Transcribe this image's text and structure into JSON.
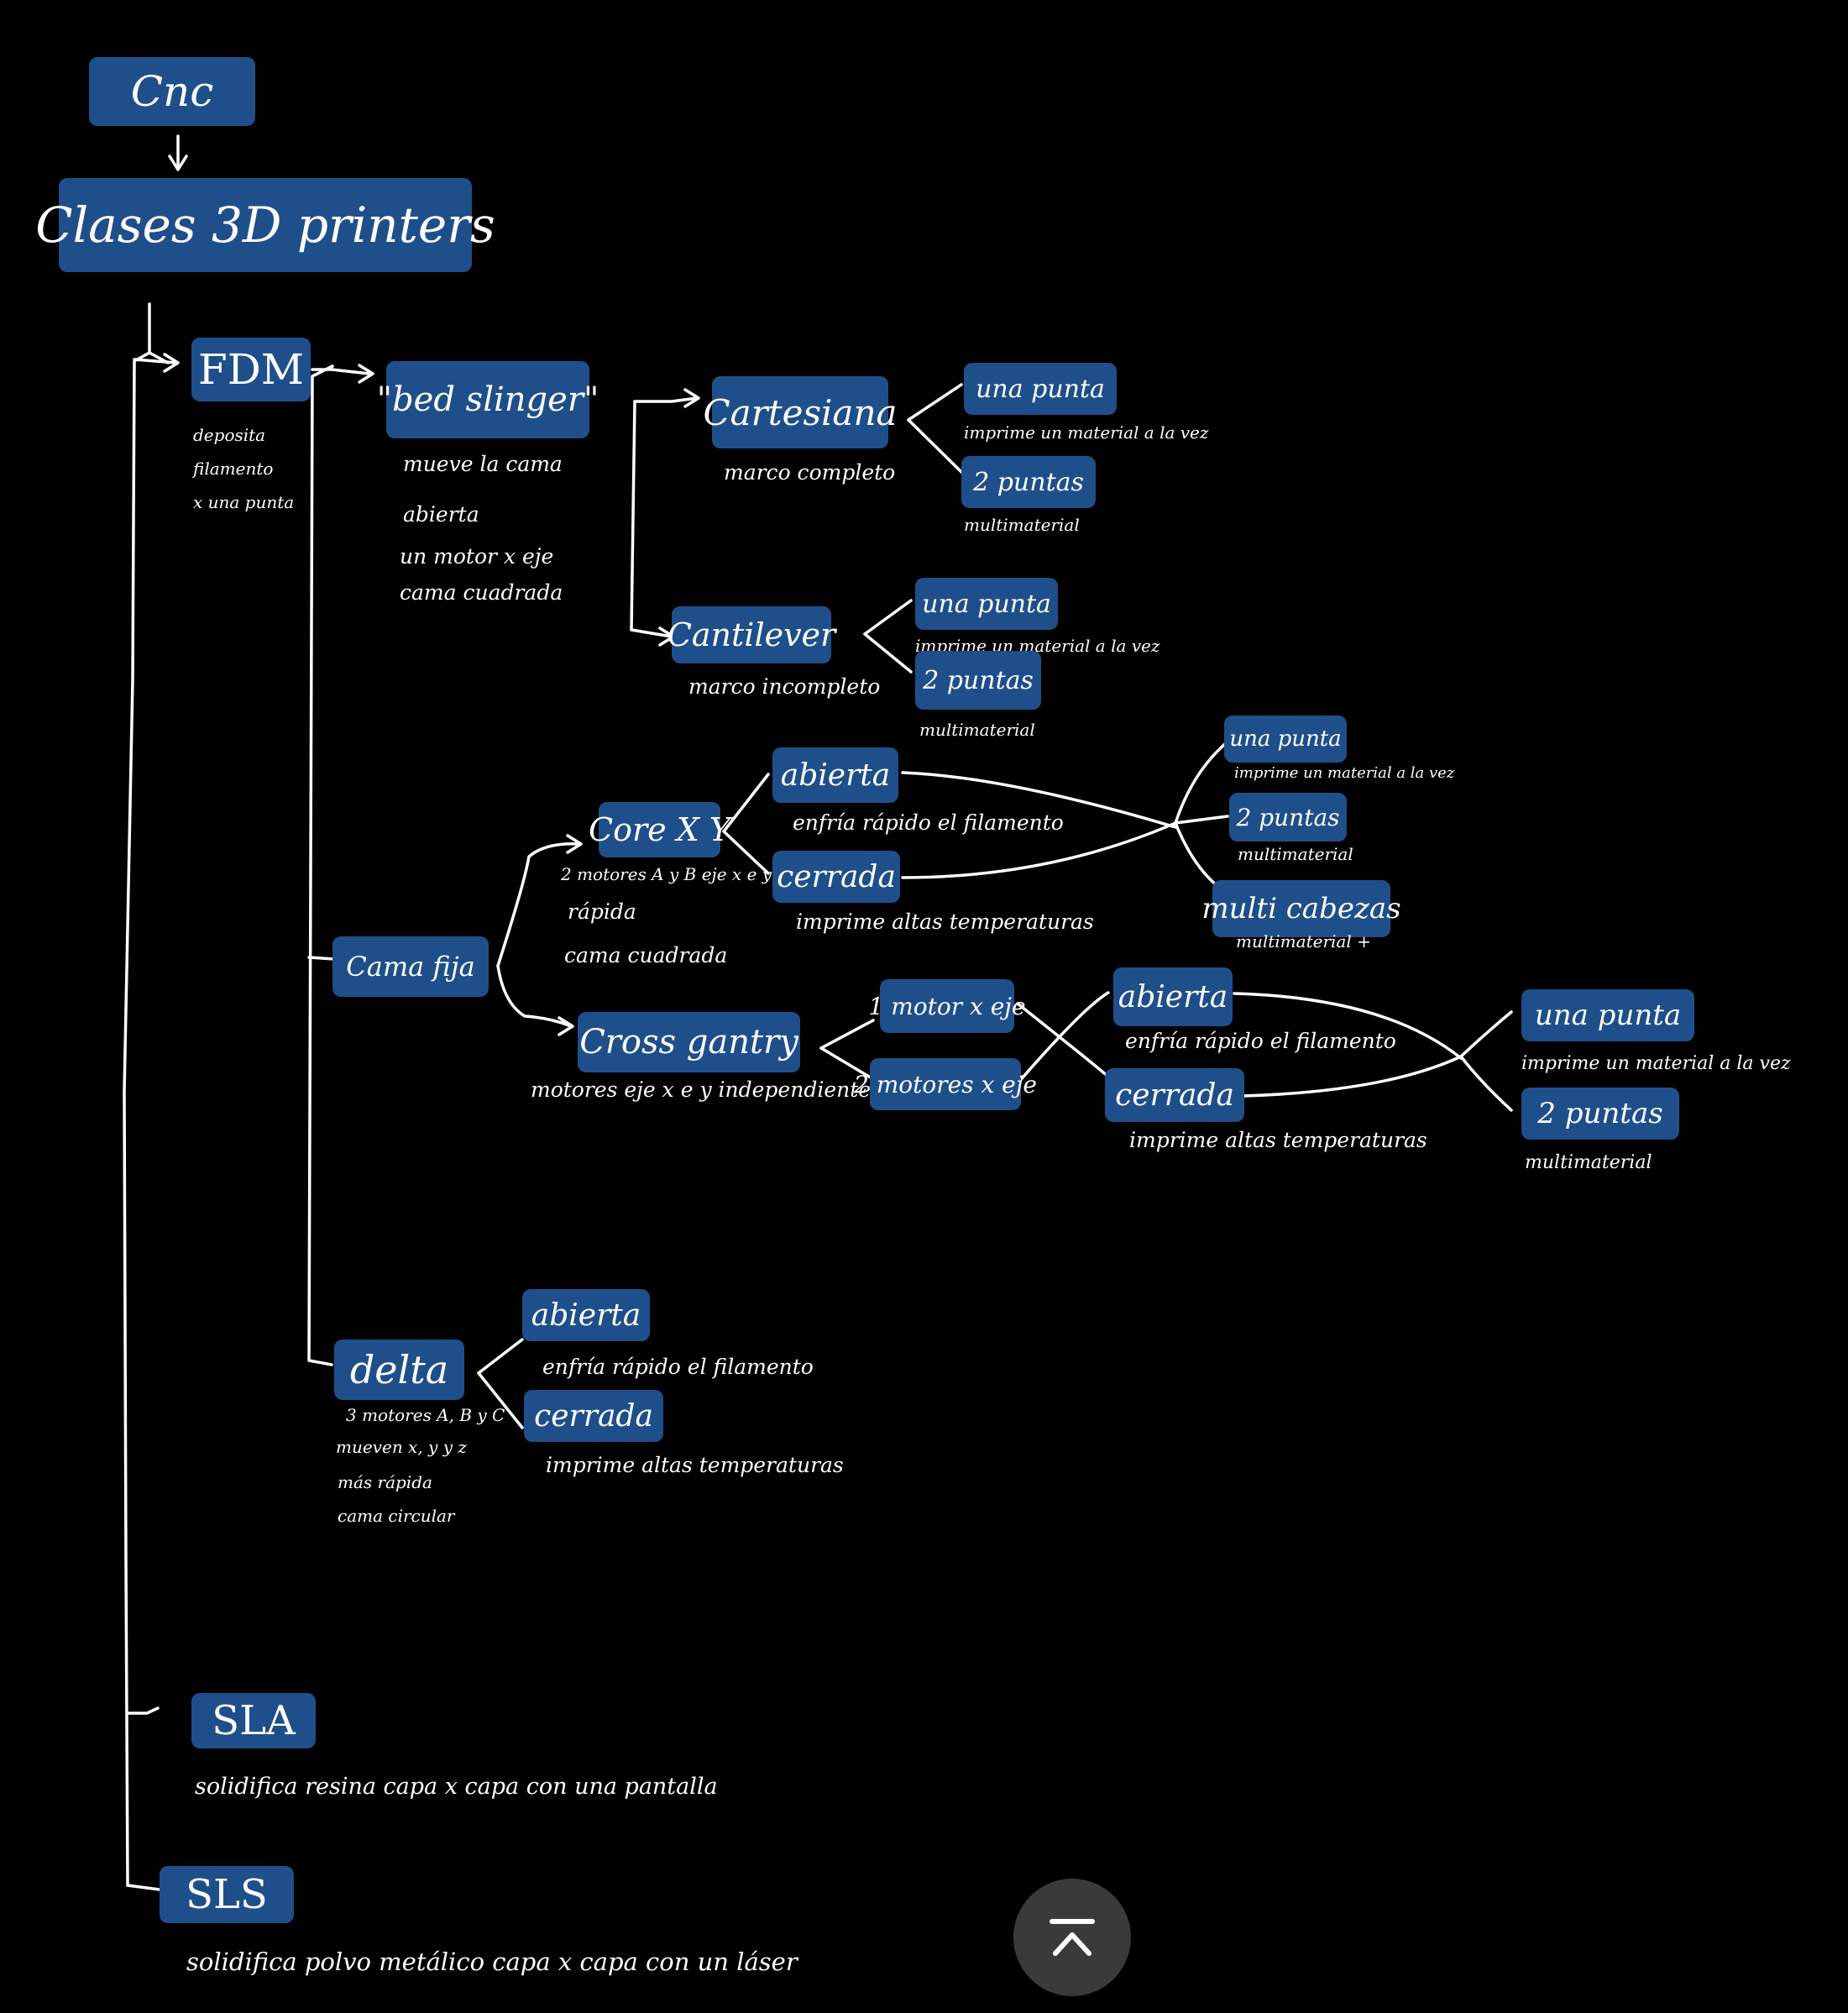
{
  "root": {
    "label": "Cnc",
    "child": "Clases 3D printers"
  },
  "fdm": {
    "label": "FDM",
    "notes": [
      "deposita",
      "filamento",
      "x una punta"
    ],
    "bedslinger": {
      "label": "\"bed slinger\"",
      "notes": [
        "mueve la cama",
        "abierta",
        "un motor x eje",
        "cama cuadrada"
      ],
      "cartesiana": {
        "label": "Cartesiana",
        "note": "marco completo",
        "una": {
          "label": "una punta",
          "note": "imprime un material a la vez"
        },
        "dos": {
          "label": "2 puntas",
          "note": "multimaterial"
        }
      },
      "cantilever": {
        "label": "Cantilever",
        "note": "marco incompleto",
        "una": {
          "label": "una punta",
          "note": "imprime un material a la vez"
        },
        "dos": {
          "label": "2 puntas",
          "note": "multimaterial"
        }
      }
    },
    "camafija": {
      "label": "Cama fija",
      "corexy": {
        "label": "Core X Y",
        "notes": [
          "2 motores A y B eje x e y",
          "rápida",
          "cama cuadrada"
        ],
        "abierta": {
          "label": "abierta",
          "note": "enfría rápido el filamento"
        },
        "cerrada": {
          "label": "cerrada",
          "note": "imprime altas temperaturas"
        },
        "una": {
          "label": "una punta",
          "note": "imprime un material a la vez"
        },
        "dos": {
          "label": "2 puntas",
          "note": "multimaterial"
        },
        "multi": {
          "label": "multi cabezas",
          "note": "multimaterial +"
        }
      },
      "gantry": {
        "label": "Cross gantry",
        "note": "motores eje x e y independientes",
        "m1": {
          "label": "1 motor x eje"
        },
        "m2": {
          "label": "2 motores x eje"
        },
        "abierta": {
          "label": "abierta",
          "note": "enfría rápido el filamento"
        },
        "cerrada": {
          "label": "cerrada",
          "note": "imprime altas temperaturas"
        },
        "una": {
          "label": "una punta",
          "note": "imprime un material a la vez"
        },
        "dos": {
          "label": "2 puntas",
          "note": "multimaterial"
        }
      }
    },
    "delta": {
      "label": "delta",
      "notes": [
        "3 motores A, B y C",
        "mueven x, y y z",
        "más rápida",
        "cama circular"
      ],
      "abierta": {
        "label": "abierta",
        "note": "enfría rápido el filamento"
      },
      "cerrada": {
        "label": "cerrada",
        "note": "imprime altas temperaturas"
      }
    }
  },
  "sla": {
    "label": "SLA",
    "note": "solidifica resina capa x capa con una pantalla"
  },
  "sls": {
    "label": "SLS",
    "note": "solidifica polvo metálico capa x capa con un láser"
  },
  "colors": {
    "box": "#1f4f8a",
    "background": "#000000",
    "line": "#ffffff"
  }
}
